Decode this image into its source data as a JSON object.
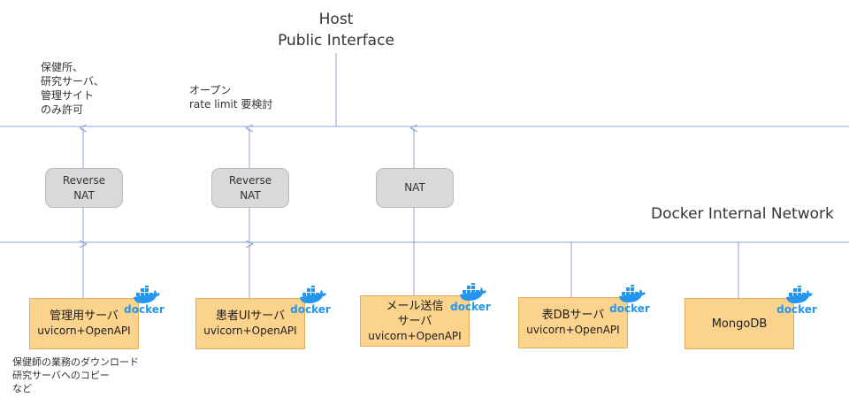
{
  "host": {
    "title_line1": "Host",
    "title_line2": "Public Interface"
  },
  "docker_network_label": "Docker Internal Network",
  "notes": {
    "left_top": "保健所、\n研究サーバ、\n管理サイト\nのみ許可",
    "middle_top": "オープン\nrate limit 要検討",
    "bottom": "保健師の業務のダウンロード\n研究サーバへのコピー\nなど"
  },
  "gateways": [
    {
      "label": "Reverse\nNAT"
    },
    {
      "label": "Reverse\nNAT"
    },
    {
      "label": "NAT"
    }
  ],
  "services": [
    {
      "name": "管理用サーバ",
      "sub": "uvicorn+OpenAPI"
    },
    {
      "name": "患者UIサーバ",
      "sub": "uvicorn+OpenAPI"
    },
    {
      "name": "メール送信\nサーバ",
      "sub": "uvicorn+OpenAPI"
    },
    {
      "name": "表DBサーバ",
      "sub": "uvicorn+OpenAPI"
    },
    {
      "name": "MongoDB",
      "sub": ""
    }
  ],
  "docker_logo_text": "docker",
  "colors": {
    "line": "#8ea3d4",
    "service_fill": "#fbd38d",
    "nat_fill": "#d9d9d9",
    "docker_blue": "#2496ed"
  }
}
